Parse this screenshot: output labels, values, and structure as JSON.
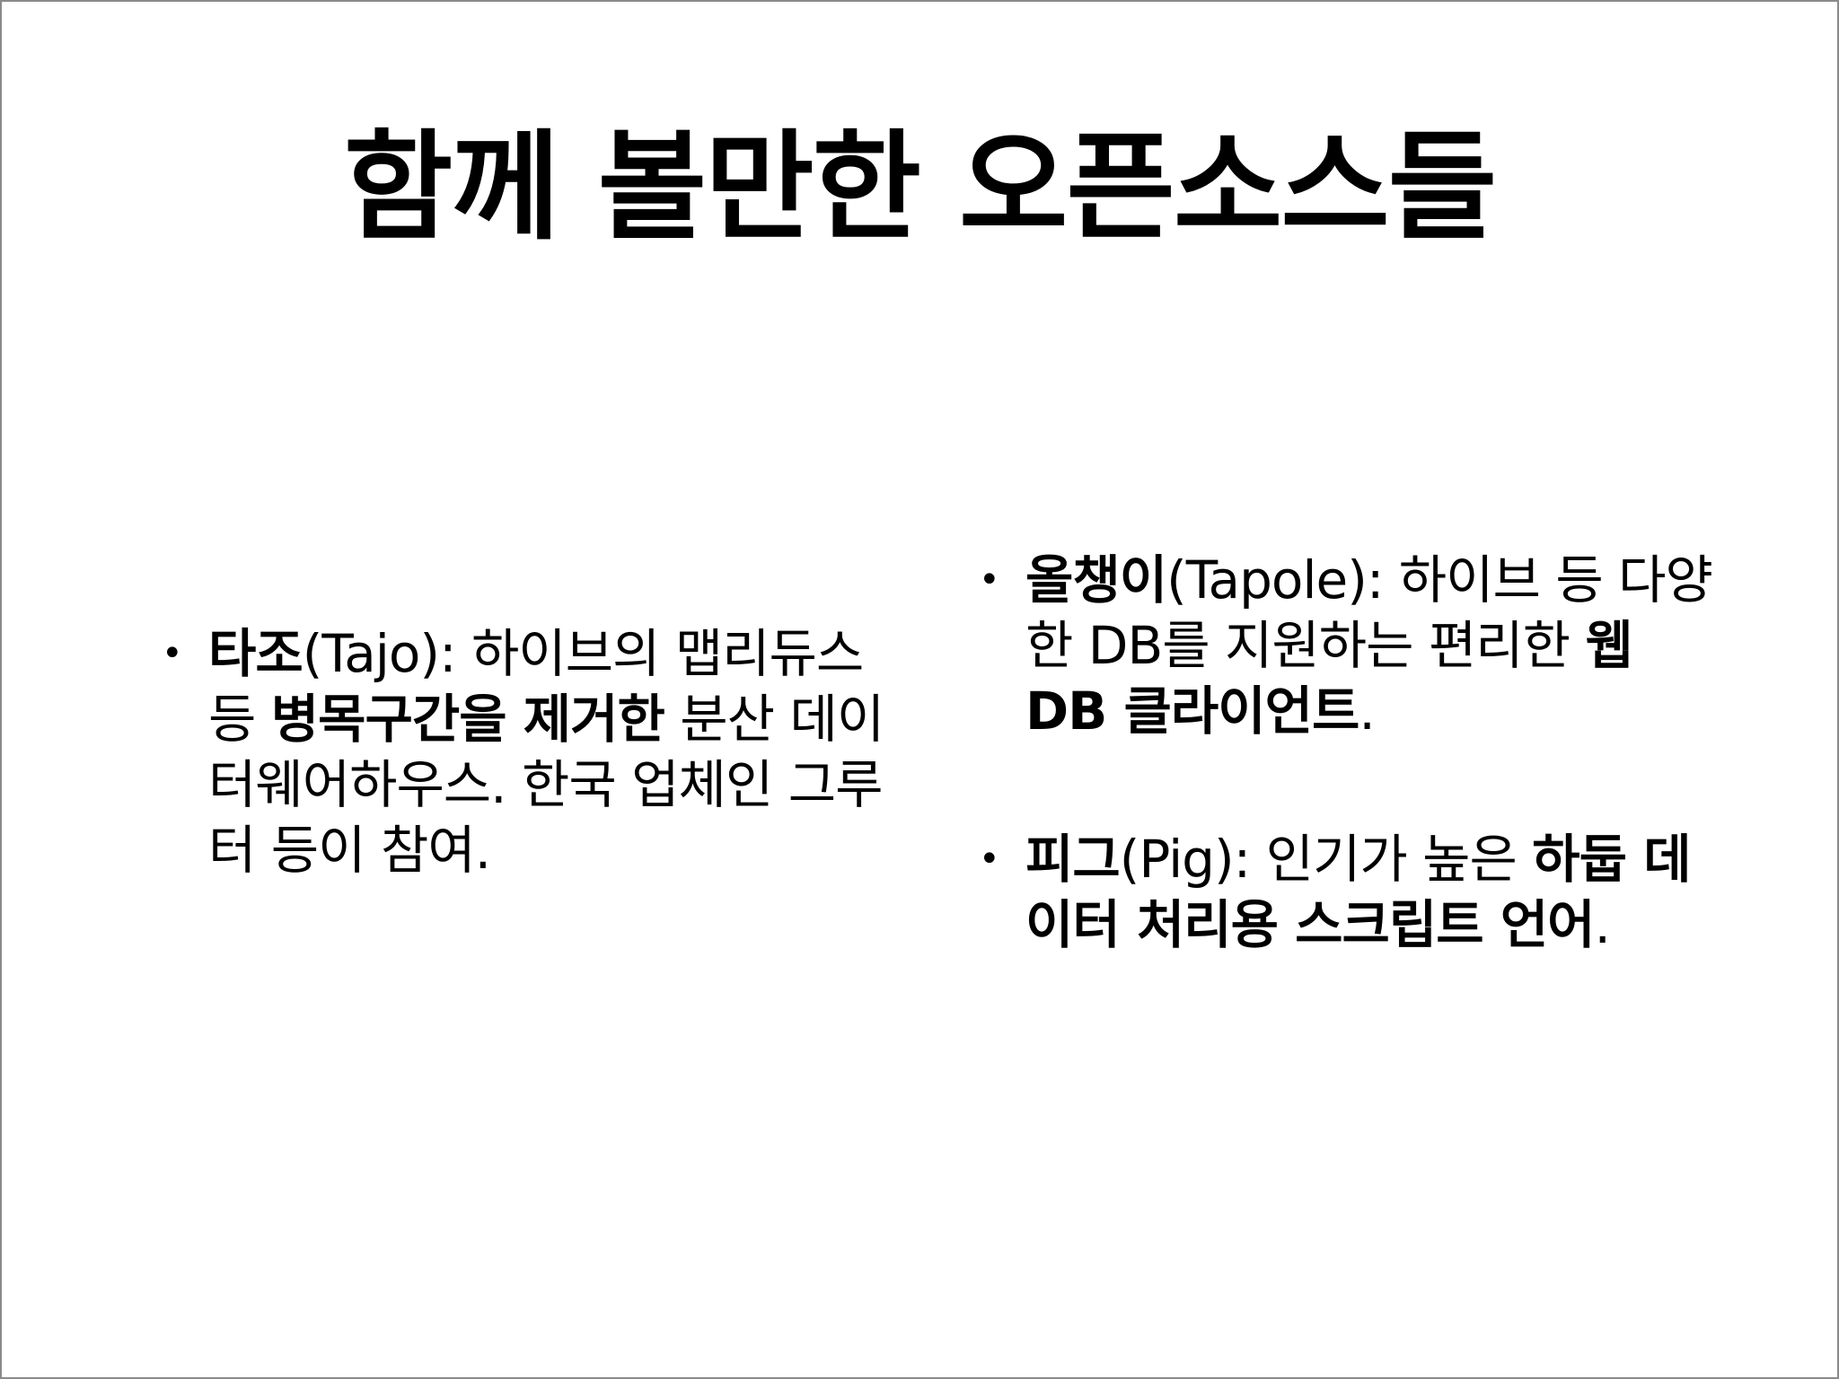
{
  "slide": {
    "title": "함께 볼만한 오픈소스들",
    "bullet_glyph": "•",
    "left_items": [
      {
        "segments": [
          {
            "text": "타조",
            "bold": true
          },
          {
            "text": "(Tajo): 하이브의 맵리듀스 등 ",
            "bold": false
          },
          {
            "text": "병목구간을 제거한",
            "bold": true
          },
          {
            "text": " 분산 데이터웨어하우스. 한국 업체인 그루터 등이 참여.",
            "bold": false
          }
        ]
      }
    ],
    "right_items": [
      {
        "segments": [
          {
            "text": "올챙이",
            "bold": true
          },
          {
            "text": "(Tapole): 하이브 등 다양한 DB를 지원하는 편리한 ",
            "bold": false
          },
          {
            "text": "웹 DB 클라이언트",
            "bold": true
          },
          {
            "text": ".",
            "bold": false
          }
        ]
      },
      {
        "segments": [
          {
            "text": "피그",
            "bold": true
          },
          {
            "text": "(Pig): 인기가 높은 ",
            "bold": false
          },
          {
            "text": "하둡 데이터 처리용 스크립트 언어",
            "bold": true
          },
          {
            "text": ".",
            "bold": false
          }
        ]
      }
    ]
  }
}
